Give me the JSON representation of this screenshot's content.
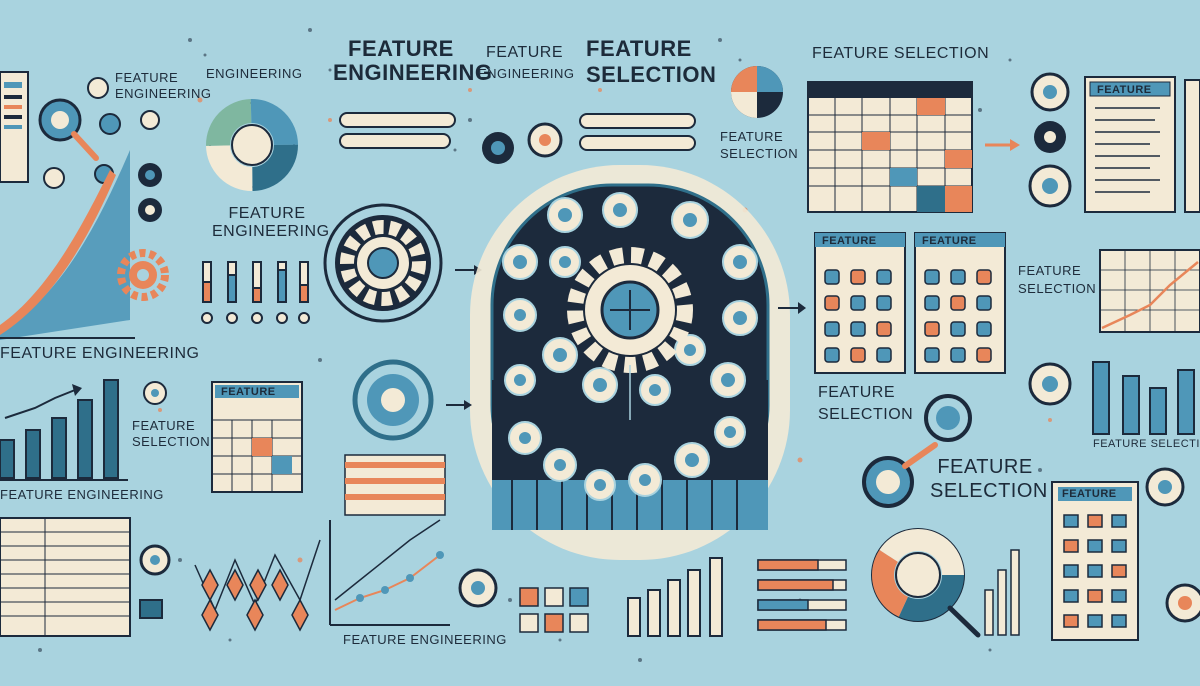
{
  "labels": {
    "top_feature": "FEATURE",
    "top_engineering": "ENGINEERING",
    "top_feature_selection": "FEATURE SELECTION",
    "top_right_feature_selection": "FEATURE SELECTION",
    "left_feature_engineering_small": "FEATURE ENGINEERING",
    "engineering_small": "ENGINEERING",
    "feature_engineering_mid": "FEATURE ENGINEERING",
    "feature_engineering_left": "FEATURE ENGINEERING",
    "feature_selection_left": "FEATURE SELECTION",
    "feature_engineering_bottom_left": "FEATURE ENGINEERING",
    "feature_engineering_bottom": "FEATURE ENGINEERING",
    "feature_selection_right_mid": "FEATURE SELECTION",
    "feature_selection_center_right": "FEATURE SELECTION",
    "feature_selection_big_right": "FEATURE SELECTION",
    "feature_selection_right_far": "FEATURE SELECTION",
    "feature_selection_small_right": "FEATURE SELECTION"
  },
  "cards": {
    "feature": "FEATURE",
    "feature_engineering": "FEATURE ENGINEERING"
  },
  "colors": {
    "background": "#a9d3df",
    "navy": "#1c2a3c",
    "orange": "#e8865a",
    "blue": "#4f97b8",
    "cream": "#f3ead6",
    "teal": "#2f6f8a"
  }
}
